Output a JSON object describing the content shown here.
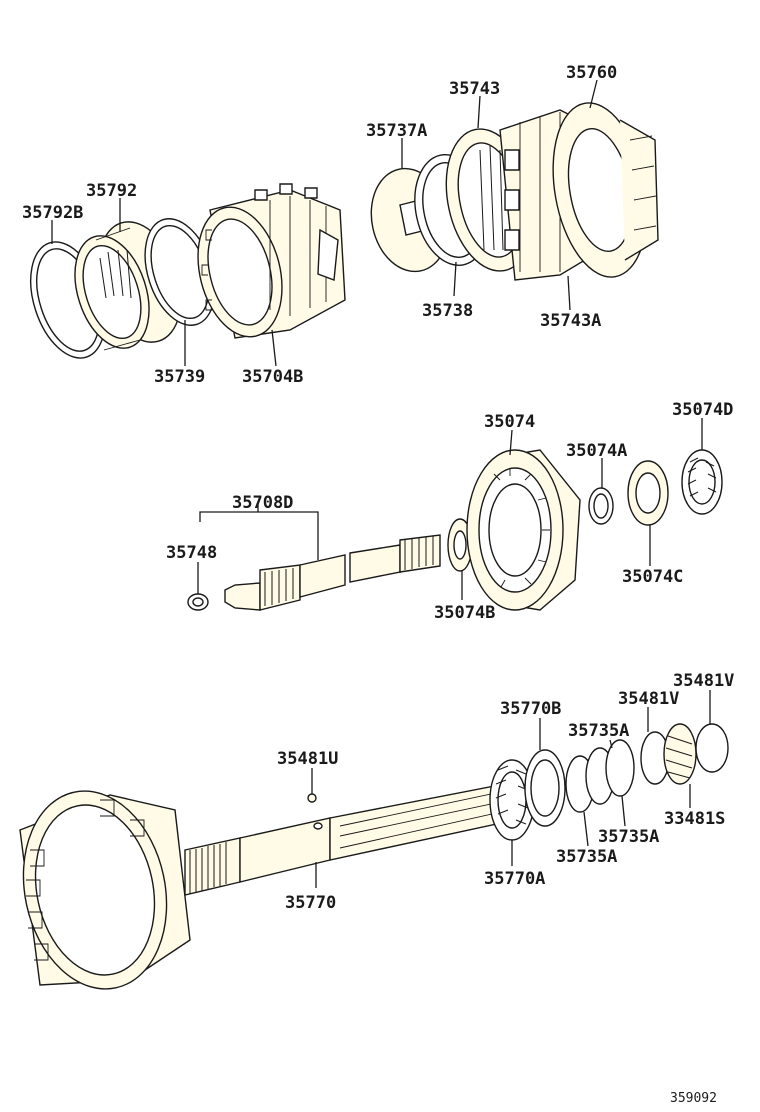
{
  "labels": {
    "p35760": "35760",
    "p35743": "35743",
    "p35737A": "35737A",
    "p35792": "35792",
    "p35792B": "35792B",
    "p35738": "35738",
    "p35743A": "35743A",
    "p35739": "35739",
    "p35704B": "35704B",
    "p35074": "35074",
    "p35074D": "35074D",
    "p35074A": "35074A",
    "p35708D": "35708D",
    "p35748": "35748",
    "p35074C": "35074C",
    "p35074B": "35074B",
    "p35481V_top": "35481V",
    "p35770B": "35770B",
    "p35481V": "35481V",
    "p35735A_top": "35735A",
    "p35481U": "35481U",
    "p33481S": "33481S",
    "p35735A_mid": "35735A",
    "p35735A_low": "35735A",
    "p35770A": "35770A",
    "p35770": "35770"
  },
  "diagram_id": "359092"
}
